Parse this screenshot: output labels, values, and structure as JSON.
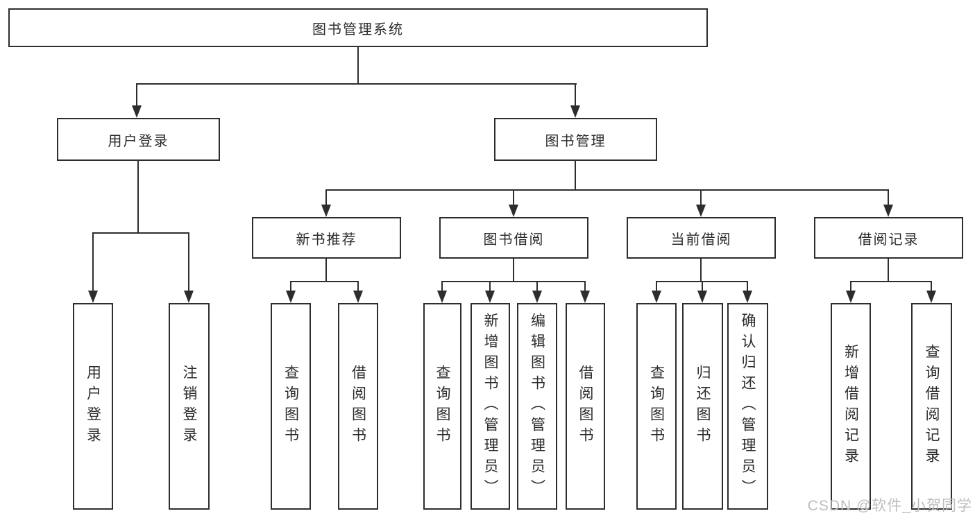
{
  "diagram_type": "hierarchy-tree",
  "title": "图书管理系统",
  "watermark": "CSDN @软件_小贺同学",
  "colors": {
    "line": "#2d2d2d",
    "text": "#2b2b2b",
    "watermark": "#bdbdbd",
    "background": "#ffffff"
  },
  "nodes": {
    "root": "图书管理系统",
    "user_login": "用户登录",
    "book_mgmt": "图书管理",
    "new_book_rec": "新书推荐",
    "book_borrow": "图书借阅",
    "current_borrow": "当前借阅",
    "borrow_record": "借阅记录",
    "leaf_user_login": "用户登录",
    "leaf_logout": "注销登录",
    "leaf_query_book_rec": "查询图书",
    "leaf_borrow_book_rec": "借阅图书",
    "leaf_query_book_borrow": "查询图书",
    "leaf_add_book_admin": "新增图书（管理员）",
    "leaf_edit_book_admin": "编辑图书（管理员）",
    "leaf_borrow_book_borrow": "借阅图书",
    "leaf_query_book_current": "查询图书",
    "leaf_return_book": "归还图书",
    "leaf_confirm_return_admin": "确认归还（管理员）",
    "leaf_add_borrow_record": "新增借阅记录",
    "leaf_query_borrow_record": "查询借阅记录"
  },
  "hierarchy": {
    "图书管理系统": [
      "用户登录",
      "图书管理"
    ],
    "用户登录": [
      "用户登录",
      "注销登录"
    ],
    "图书管理": [
      "新书推荐",
      "图书借阅",
      "当前借阅",
      "借阅记录"
    ],
    "新书推荐": [
      "查询图书",
      "借阅图书"
    ],
    "图书借阅": [
      "查询图书",
      "新增图书（管理员）",
      "编辑图书（管理员）",
      "借阅图书"
    ],
    "当前借阅": [
      "查询图书",
      "归还图书",
      "确认归还（管理员）"
    ],
    "借阅记录": [
      "新增借阅记录",
      "查询借阅记录"
    ]
  }
}
